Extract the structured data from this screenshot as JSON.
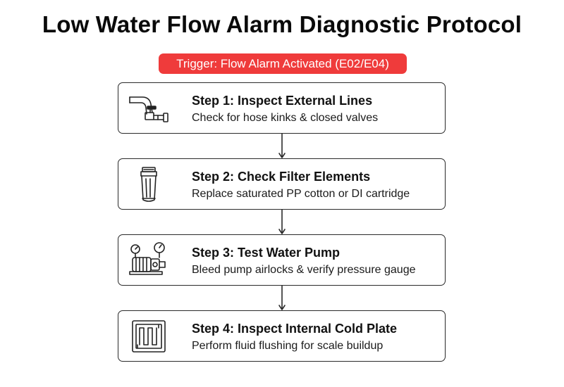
{
  "title": "Low Water Flow Alarm Diagnostic Protocol",
  "trigger": {
    "label": "Trigger: Flow Alarm Activated (E02/E04)",
    "color": "#ef3b3b"
  },
  "steps": [
    {
      "title": "Step 1: Inspect External Lines",
      "description": "Check for hose kinks & closed valves",
      "icon": "pipe-valve-icon"
    },
    {
      "title": "Step 2: Check Filter Elements",
      "description": "Replace saturated PP cotton or DI cartridge",
      "icon": "filter-cartridge-icon"
    },
    {
      "title": "Step 3: Test Water Pump",
      "description": "Bleed pump airlocks & verify pressure gauge",
      "icon": "pump-gauge-icon"
    },
    {
      "title": "Step 4: Inspect Internal Cold Plate",
      "description": "Perform fluid flushing for scale buildup",
      "icon": "cold-plate-icon"
    }
  ]
}
